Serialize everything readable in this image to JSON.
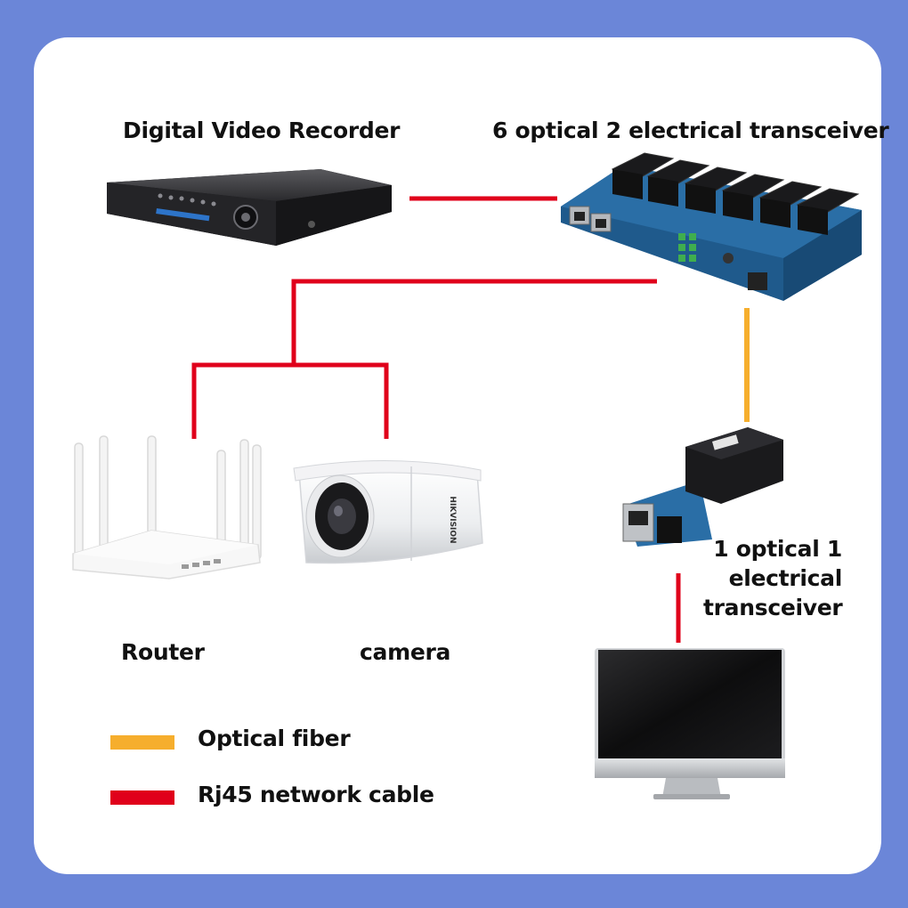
{
  "colors": {
    "background": "#6b86d8",
    "optical_fiber": "#f6ae2d",
    "rj45_cable": "#e0001b"
  },
  "devices": {
    "dvr": {
      "label": "Digital Video Recorder"
    },
    "six_port": {
      "label": "6 optical 2 electrical transceiver"
    },
    "one_port": {
      "label": "1 optical 1 electrical transceiver"
    },
    "router": {
      "label": "Router"
    },
    "camera": {
      "label": "camera",
      "brand": "HIKVISION"
    },
    "monitor": {
      "label": ""
    }
  },
  "legend": {
    "items": [
      {
        "label": "Optical fiber",
        "color": "#f6ae2d"
      },
      {
        "label": "Rj45 network cable",
        "color": "#e0001b"
      }
    ]
  }
}
